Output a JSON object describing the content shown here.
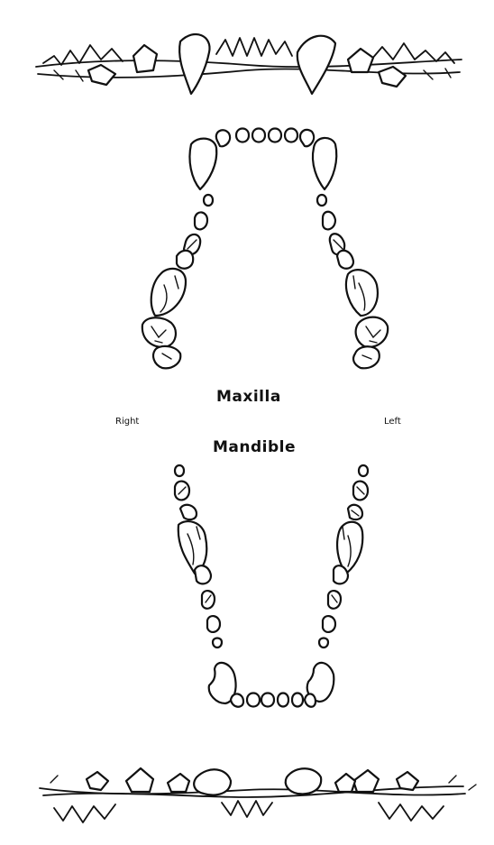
{
  "labels": {
    "maxilla": "Maxilla",
    "mandible": "Mandible",
    "right": "Right",
    "left": "Left"
  }
}
